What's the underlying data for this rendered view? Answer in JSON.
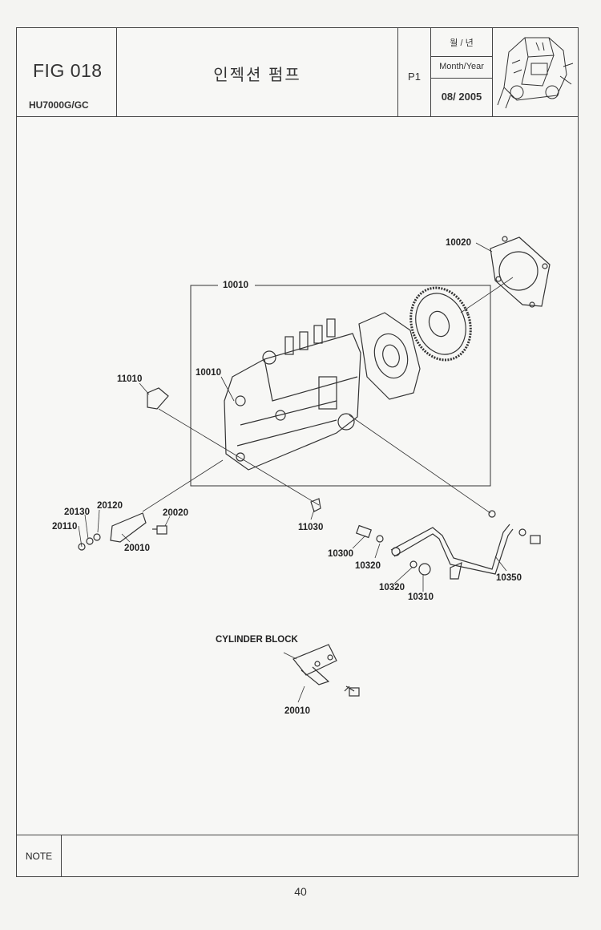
{
  "header": {
    "fig_no": "FIG 018",
    "model": "HU7000G/GC",
    "title": "인젝션 펌프",
    "page": "P1",
    "date_label_ko": "월 / 년",
    "date_label_en": "Month/Year",
    "date_value": "08/ 2005"
  },
  "parts": {
    "p10020": "10020",
    "p10010_box": "10010",
    "p10010": "10010",
    "p11010": "11010",
    "p11030": "11030",
    "p20130": "20130",
    "p20120": "20120",
    "p20110": "20110",
    "p20020": "20020",
    "p20010": "20010",
    "p10300": "10300",
    "p10320a": "10320",
    "p10320b": "10320",
    "p10310": "10310",
    "p10350": "10350",
    "cylinder_block": "CYLINDER BLOCK",
    "p20010b": "20010"
  },
  "footer": {
    "note_label": "NOTE",
    "page_number": "40"
  },
  "icons": {
    "thumbnail": "combine-harvester-thumbnail"
  }
}
